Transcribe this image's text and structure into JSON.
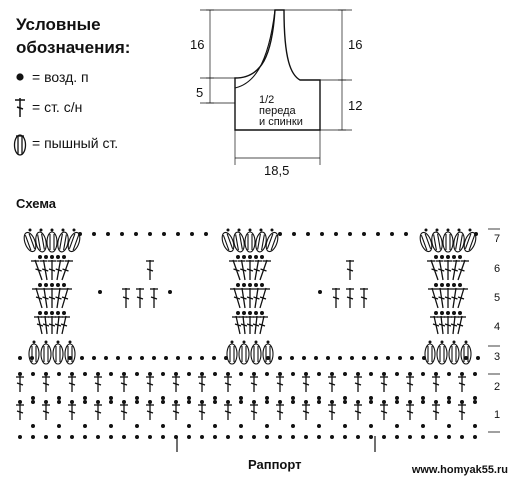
{
  "legend": {
    "title_line1": "Условные",
    "title_line2": "обозначения:",
    "items": [
      {
        "icon": "chain-dot-icon",
        "text": "= возд. п"
      },
      {
        "icon": "double-crochet-icon",
        "text": "= ст. с/н"
      },
      {
        "icon": "puff-stitch-icon",
        "text": "= пышный ст."
      }
    ]
  },
  "pattern_schematic": {
    "dim_top_left": "16",
    "dim_small_left": "5",
    "dim_top_right": "16",
    "dim_bottom_right": "12",
    "dim_width": "18,5",
    "label_line1": "1/2",
    "label_line2": "переда",
    "label_line3": "и спинки"
  },
  "chart": {
    "title": "Схема",
    "rows": [
      {
        "num": "1",
        "type": "dc"
      },
      {
        "num": "2",
        "type": "dc"
      },
      {
        "num": "3",
        "type": "puff"
      },
      {
        "num": "4",
        "type": "fan"
      },
      {
        "num": "5",
        "type": "fan"
      },
      {
        "num": "6",
        "type": "fan"
      },
      {
        "num": "7",
        "type": "puff"
      }
    ],
    "repeat_label": "Раппорт"
  },
  "watermark": "www.homyak55.ru"
}
